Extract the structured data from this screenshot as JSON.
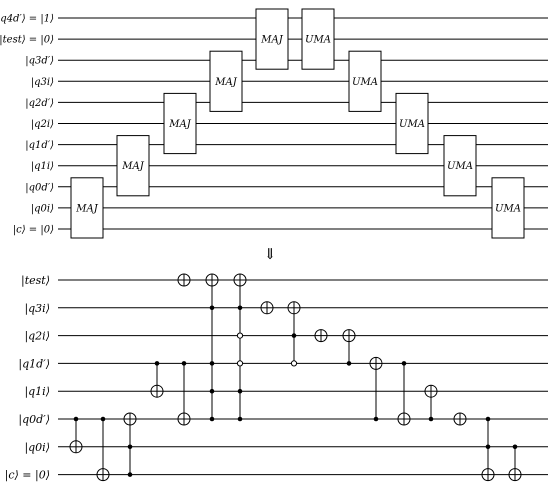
{
  "top_circuit": {
    "wire_labels": [
      "|q4d′⟩ = |1⟩",
      "|test⟩ = |0⟩",
      "|q3d′⟩",
      "|q3i⟩",
      "|q2d′⟩",
      "|q2i⟩",
      "|q1d′⟩",
      "|q1i⟩",
      "|q0d′⟩",
      "|q0i⟩",
      "|c⟩ = |0⟩"
    ],
    "gates": [
      {
        "label": "MAJ",
        "from_wire": 8,
        "to_wire": 10
      },
      {
        "label": "MAJ",
        "from_wire": 6,
        "to_wire": 8
      },
      {
        "label": "MAJ",
        "from_wire": 4,
        "to_wire": 6
      },
      {
        "label": "MAJ",
        "from_wire": 2,
        "to_wire": 4
      },
      {
        "label": "MAJ",
        "from_wire": 0,
        "to_wire": 2
      },
      {
        "label": "UMA",
        "from_wire": 0,
        "to_wire": 2
      },
      {
        "label": "UMA",
        "from_wire": 2,
        "to_wire": 4
      },
      {
        "label": "UMA",
        "from_wire": 4,
        "to_wire": 6
      },
      {
        "label": "UMA",
        "from_wire": 6,
        "to_wire": 8
      },
      {
        "label": "UMA",
        "from_wire": 8,
        "to_wire": 10
      }
    ]
  },
  "arrow_symbol": "⇓",
  "bottom_circuit": {
    "wire_labels": [
      "|test⟩",
      "|q3i⟩",
      "|q2i⟩",
      "|q1d′⟩",
      "|q1i⟩",
      "|q0d′⟩",
      "|q0i⟩",
      "|c⟩ = |0⟩"
    ],
    "gates": [
      {
        "target": 6,
        "controls": [
          5
        ],
        "open": []
      },
      {
        "target": 7,
        "controls": [
          5
        ],
        "open": []
      },
      {
        "target": 5,
        "controls": [
          6,
          7
        ],
        "open": []
      },
      {
        "target": 4,
        "controls": [
          3
        ],
        "open": []
      },
      {
        "target": 5,
        "controls": [
          3
        ],
        "open": []
      },
      {
        "target": 0,
        "controls": [],
        "open": []
      },
      {
        "target": 0,
        "controls": [
          1,
          3,
          4,
          5
        ],
        "open": []
      },
      {
        "target": 0,
        "controls": [
          1,
          2,
          3,
          4,
          5
        ],
        "open": [
          2,
          3
        ]
      },
      {
        "target": 1,
        "controls": [],
        "open": []
      },
      {
        "target": 1,
        "controls": [
          2,
          3
        ],
        "open": [
          3
        ]
      },
      {
        "target": 2,
        "controls": [],
        "open": []
      },
      {
        "target": 2,
        "controls": [
          3
        ],
        "open": []
      },
      {
        "target": 3,
        "controls": [
          5
        ],
        "open": []
      },
      {
        "target": 5,
        "controls": [
          3
        ],
        "open": []
      },
      {
        "target": 4,
        "controls": [
          5
        ],
        "open": []
      },
      {
        "target": 5,
        "controls": [],
        "open": []
      },
      {
        "target": 7,
        "controls": [
          5,
          6
        ],
        "open": []
      },
      {
        "target": 7,
        "controls": [
          6
        ],
        "open": []
      }
    ]
  }
}
